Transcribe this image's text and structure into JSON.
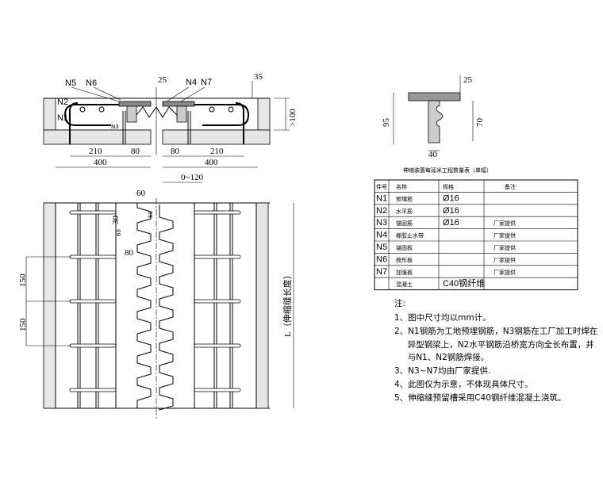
{
  "section_view": {
    "labels": [
      "N5",
      "N6",
      "N4",
      "N7",
      "N2",
      "N1",
      "N3"
    ],
    "dims": {
      "top_gap": "25",
      "top_right": "35",
      "height": ">100",
      "left_210": "210",
      "left_80": "80",
      "right_80": "80",
      "right_210": "210",
      "left_400": "400",
      "right_400": "400",
      "gap": "0~120"
    }
  },
  "detail_view": {
    "dims": {
      "top": "25",
      "left_height": "95",
      "right_height": "70",
      "bottom": "40"
    }
  },
  "plan_view": {
    "dims": {
      "tooth_width": "60",
      "tooth_a": "30",
      "tooth_b": "60",
      "tooth_c": "80",
      "tooth_d": "60",
      "spacing_1": "150",
      "spacing_2": "150",
      "length": "L（伸缩缝长度）"
    }
  },
  "quantity_table": {
    "title": "伸缩装置每延米工程数量表（单幅）",
    "headers": [
      "件号",
      "名称",
      "规格",
      "备注"
    ],
    "rows": [
      [
        "N1",
        "预埋筋",
        "Ø16",
        ""
      ],
      [
        "N2",
        "水平筋",
        "Ø16",
        ""
      ],
      [
        "N3",
        "锚固筋",
        "Ø16",
        "厂家提供"
      ],
      [
        "N4",
        "橡胶止水带",
        "",
        "厂家提供"
      ],
      [
        "N5",
        "锚固板",
        "",
        "厂家提供"
      ],
      [
        "N6",
        "梳形板",
        "",
        "厂家提供"
      ],
      [
        "N7",
        "加强板",
        "",
        "厂家提供"
      ],
      [
        "",
        "混凝土",
        "C40钢纤维",
        ""
      ]
    ]
  },
  "notes": {
    "heading": "注:",
    "lines": [
      "1、图中尺寸均以mm计。",
      "2、N1钢筋为工地预埋钢筋，N3钢筋在工厂加工时焊在",
      "     异型钢梁上，N2水平钢筋沿桥宽方向全长布置，并",
      "     与N1、N2钢筋焊接。",
      "3、N3~N7均由厂家提供.",
      "4、此图仅为示意，不体现具体尺寸。",
      "5、伸缩缝预留槽采用C40钢纤维混凝土浇筑。"
    ]
  }
}
